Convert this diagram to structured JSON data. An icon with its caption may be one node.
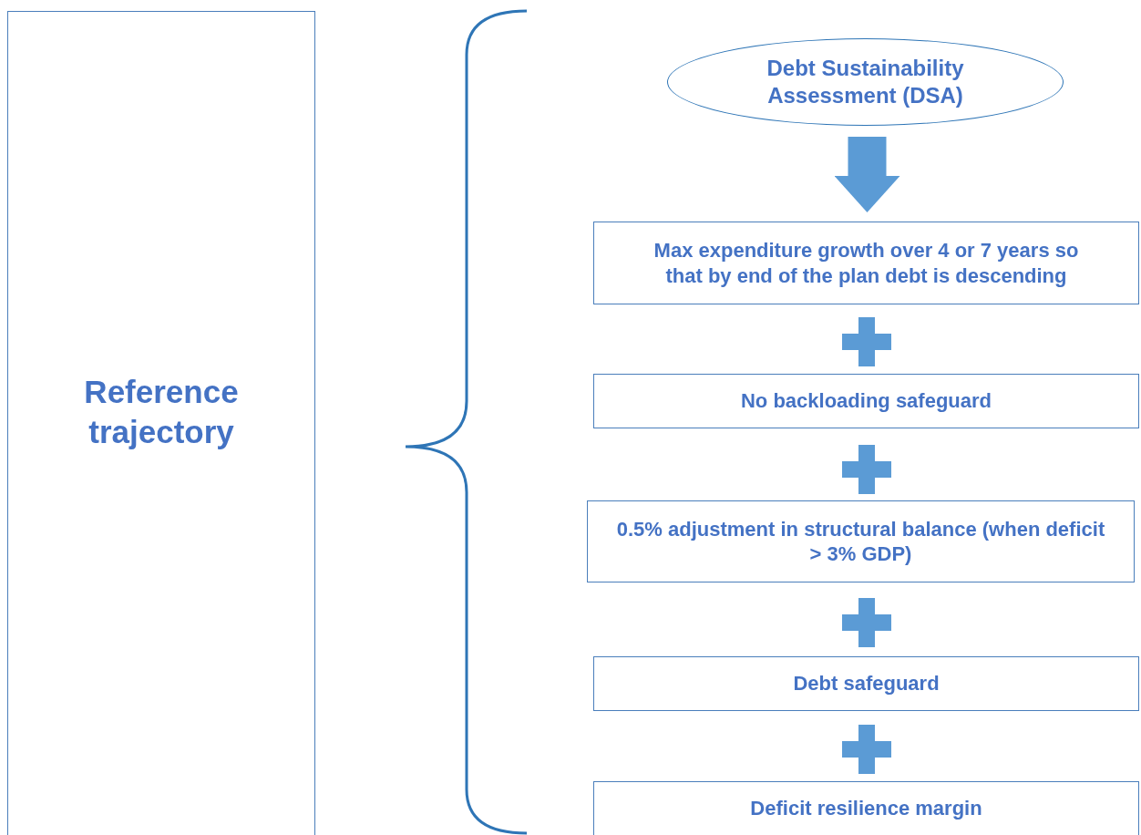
{
  "diagram": {
    "nodes": [
      {
        "text": [
          "Reference trajectory"
        ]
      },
      {
        "text": [
          "Debt Sustainability Assessment (DSA)"
        ]
      },
      {
        "text": [
          "Max expenditure growth over 4 or 7 years so that by end of the plan debt is descending"
        ]
      },
      {
        "text": [
          "No backloading safeguard"
        ]
      },
      {
        "text": [
          "0.5% adjustment in structural balance (when deficit > 3% GDP)"
        ]
      },
      {
        "text": [
          "Debt safeguard"
        ]
      },
      {
        "text": [
          "Deficit resilience margin"
        ]
      }
    ],
    "edges": [
      {
        "from": 1,
        "to": 2,
        "arrow": "to"
      }
    ]
  }
}
